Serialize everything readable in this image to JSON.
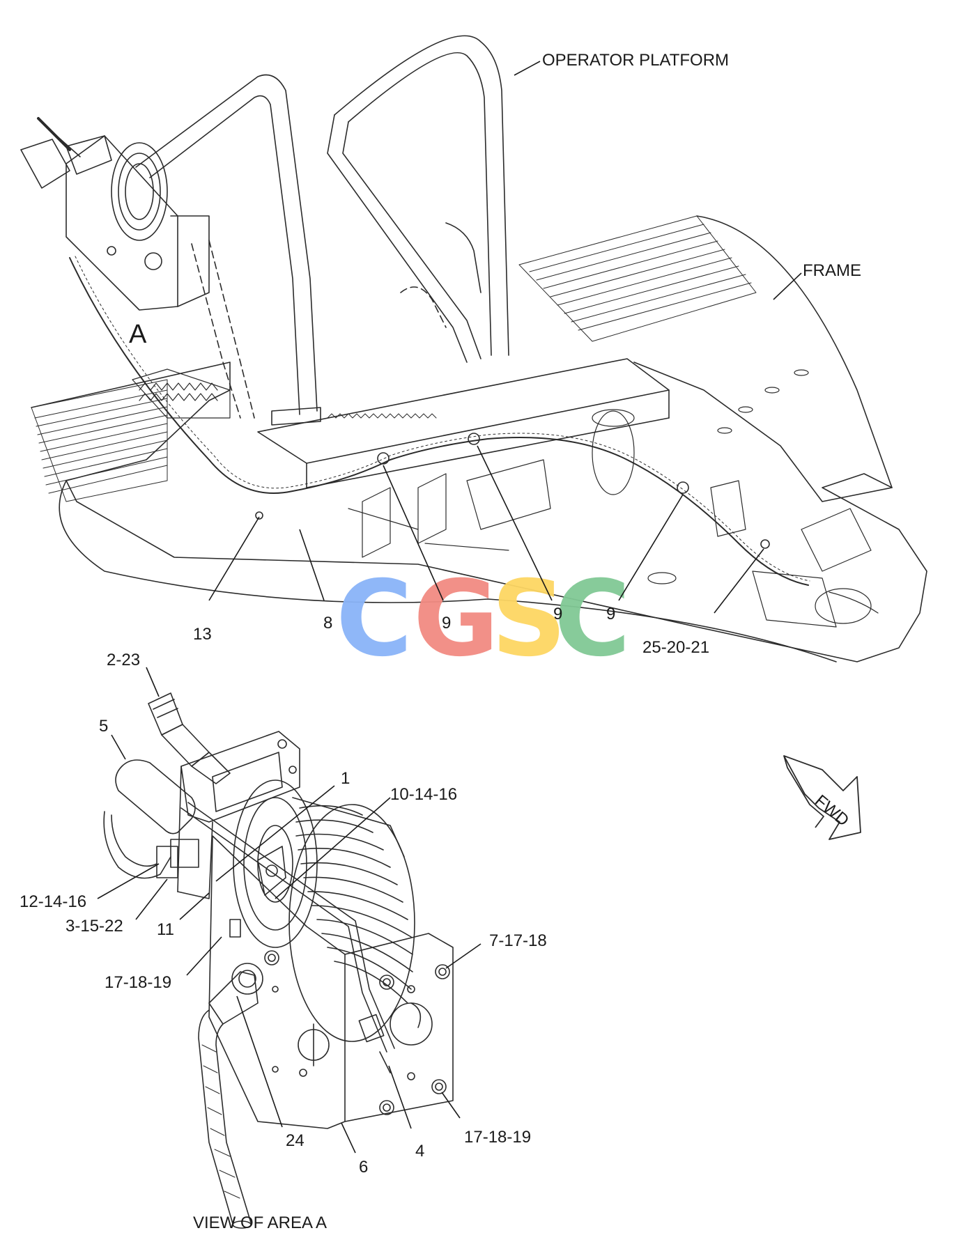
{
  "labels": {
    "operator_platform": "OPERATOR PLATFORM",
    "frame": "FRAME",
    "area_a": "A",
    "view_caption": "VIEW OF AREA  A",
    "fwd": "FWD"
  },
  "callouts": {
    "c13": "13",
    "c8": "8",
    "c9a": "9",
    "c9b": "9",
    "c9c": "9",
    "c25_20_21": "25-20-21",
    "c2_23": "2-23",
    "c5": "5",
    "c1": "1",
    "c10_14_16": "10-14-16",
    "c12_14_16": "12-14-16",
    "c3_15_22": "3-15-22",
    "c11": "11",
    "c17_18_19_left": "17-18-19",
    "c7_17_18": "7-17-18",
    "c24": "24",
    "c6": "6",
    "c4": "4",
    "c17_18_19_bottom": "17-18-19"
  },
  "watermark": {
    "letters": [
      "C",
      "G",
      "S",
      "C"
    ],
    "colors": [
      "#8ab4f8",
      "#f28b82",
      "#fdd663",
      "#81c995"
    ]
  },
  "colors": {
    "line": "#2b2b2b",
    "light_line": "#8a8a8a"
  }
}
